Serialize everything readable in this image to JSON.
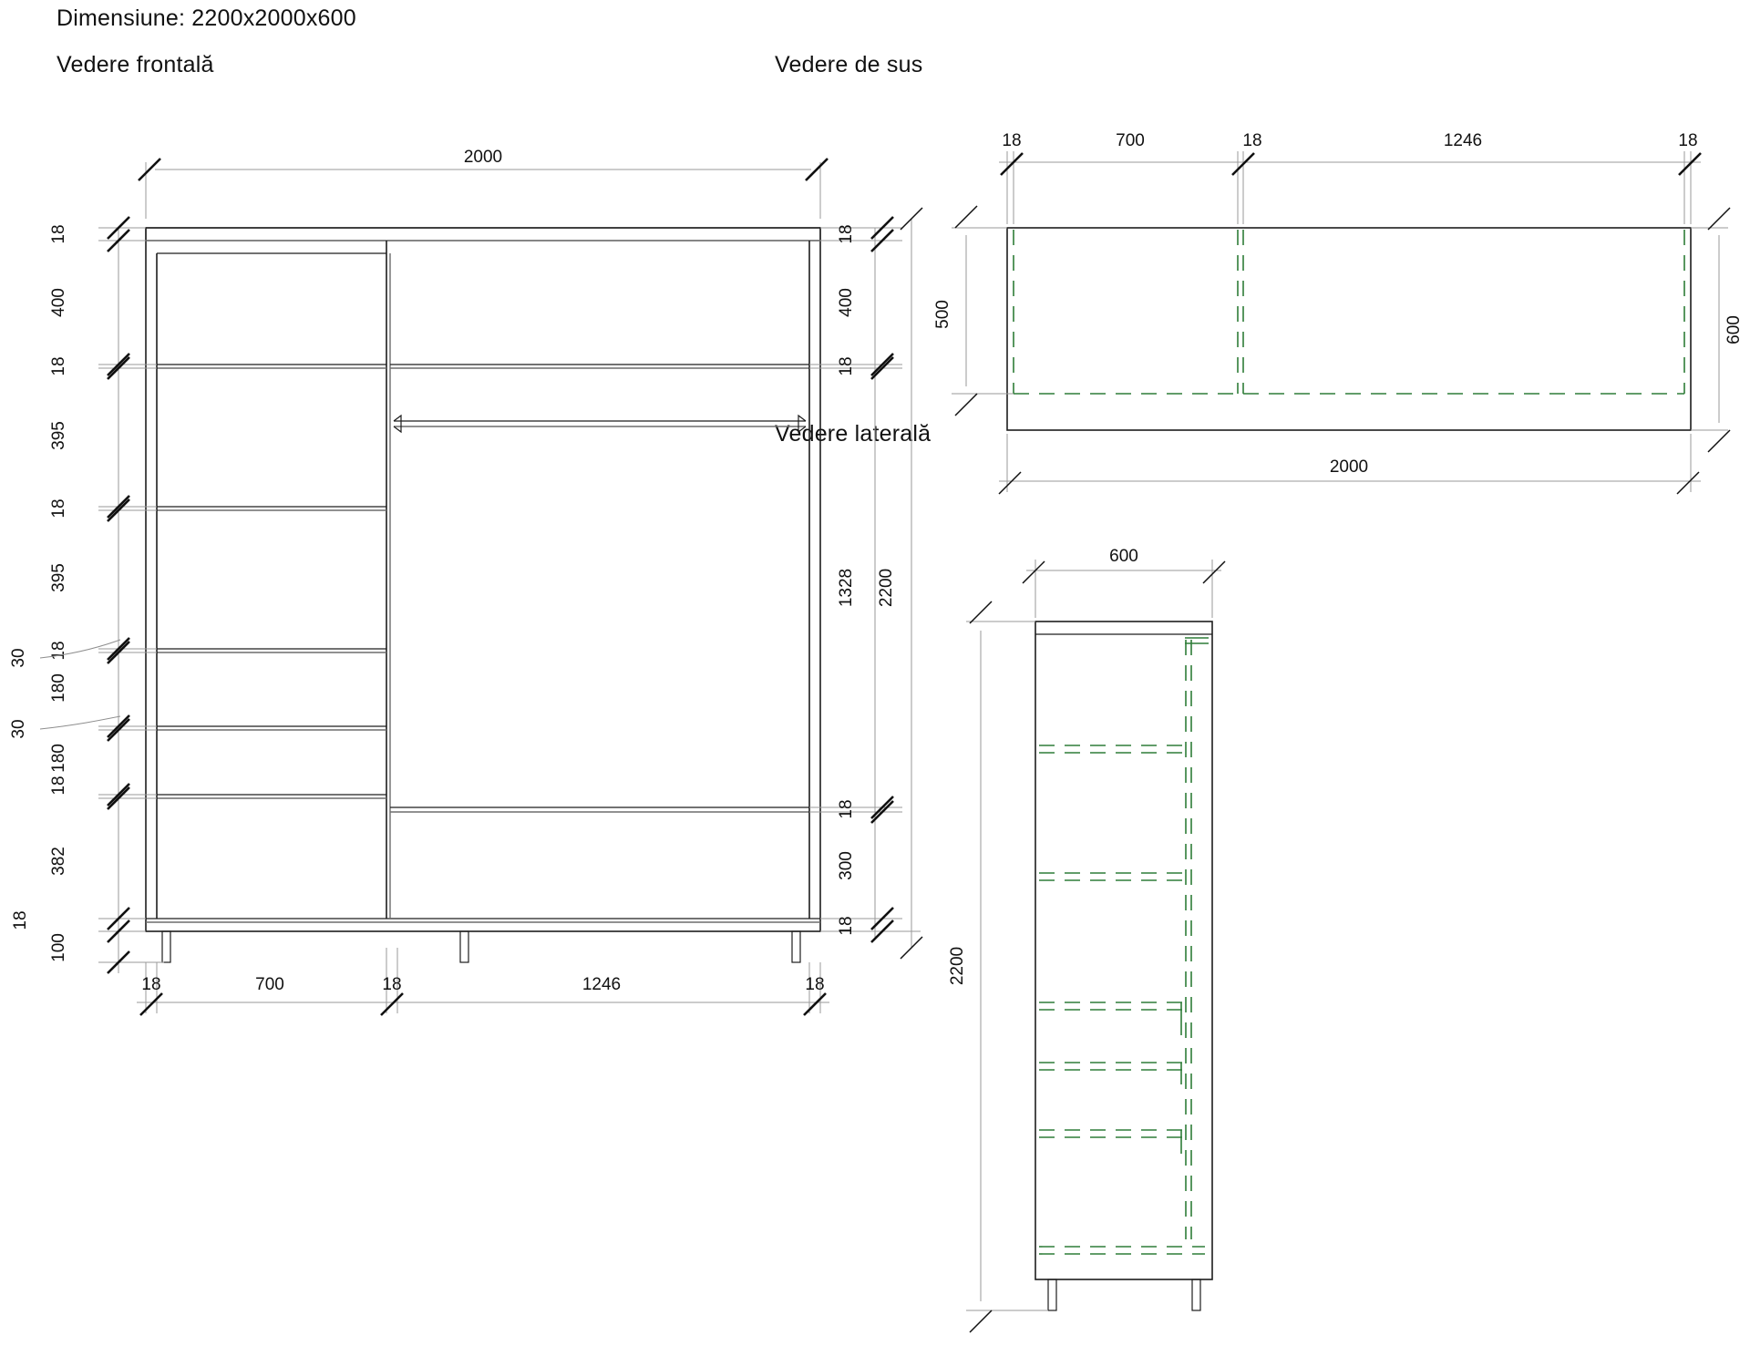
{
  "header": {
    "title": "Dimensiune:   2200x2000x600",
    "front_view_label": "Vedere frontală",
    "top_view_label": "Vedere de sus",
    "side_view_label": "Vedere laterală"
  },
  "colors": {
    "outline": "#1d1d1d",
    "hidden_green": "#2f7d38",
    "dimension_line": "#9a9a9a",
    "text": "#111111"
  },
  "front_view": {
    "top_dim": "2000",
    "left_chain": [
      "18",
      "400",
      "18",
      "395",
      "18",
      "395",
      "18",
      "180",
      "180",
      "18",
      "382",
      "18",
      "100"
    ],
    "left_leaders": [
      "30",
      "30"
    ],
    "right_chain": [
      "18",
      "400",
      "18",
      "1328",
      "18",
      "300",
      "18"
    ],
    "right_total": "2200",
    "bottom_chain": [
      "18",
      "700",
      "18",
      "1246",
      "18"
    ]
  },
  "top_view": {
    "top_chain": [
      "18",
      "700",
      "18",
      "1246",
      "18"
    ],
    "left_dim": "500",
    "right_dim": "600",
    "bottom_dim": "2000"
  },
  "side_view": {
    "top_dim": "600",
    "left_dim": "2200"
  },
  "chart_data": {
    "type": "table",
    "title": "Dimensiune:   2200x2000x600",
    "views": [
      {
        "name": "Vedere frontală",
        "overall_height": 2200,
        "overall_width": 2000,
        "horizontal_segments": [
          18,
          700,
          18,
          1246,
          18
        ],
        "vertical_segments_left": [
          18,
          400,
          18,
          395,
          18,
          395,
          18,
          180,
          180,
          18,
          382,
          18,
          100
        ],
        "vertical_segments_right": [
          18,
          400,
          18,
          1328,
          18,
          300,
          18
        ],
        "leader_notes": [
          30,
          30
        ]
      },
      {
        "name": "Vedere de sus",
        "overall_width": 2000,
        "overall_depth": 600,
        "inner_depth": 500,
        "horizontal_segments": [
          18,
          700,
          18,
          1246,
          18
        ]
      },
      {
        "name": "Vedere laterală",
        "overall_height": 2200,
        "overall_depth": 600
      }
    ]
  }
}
